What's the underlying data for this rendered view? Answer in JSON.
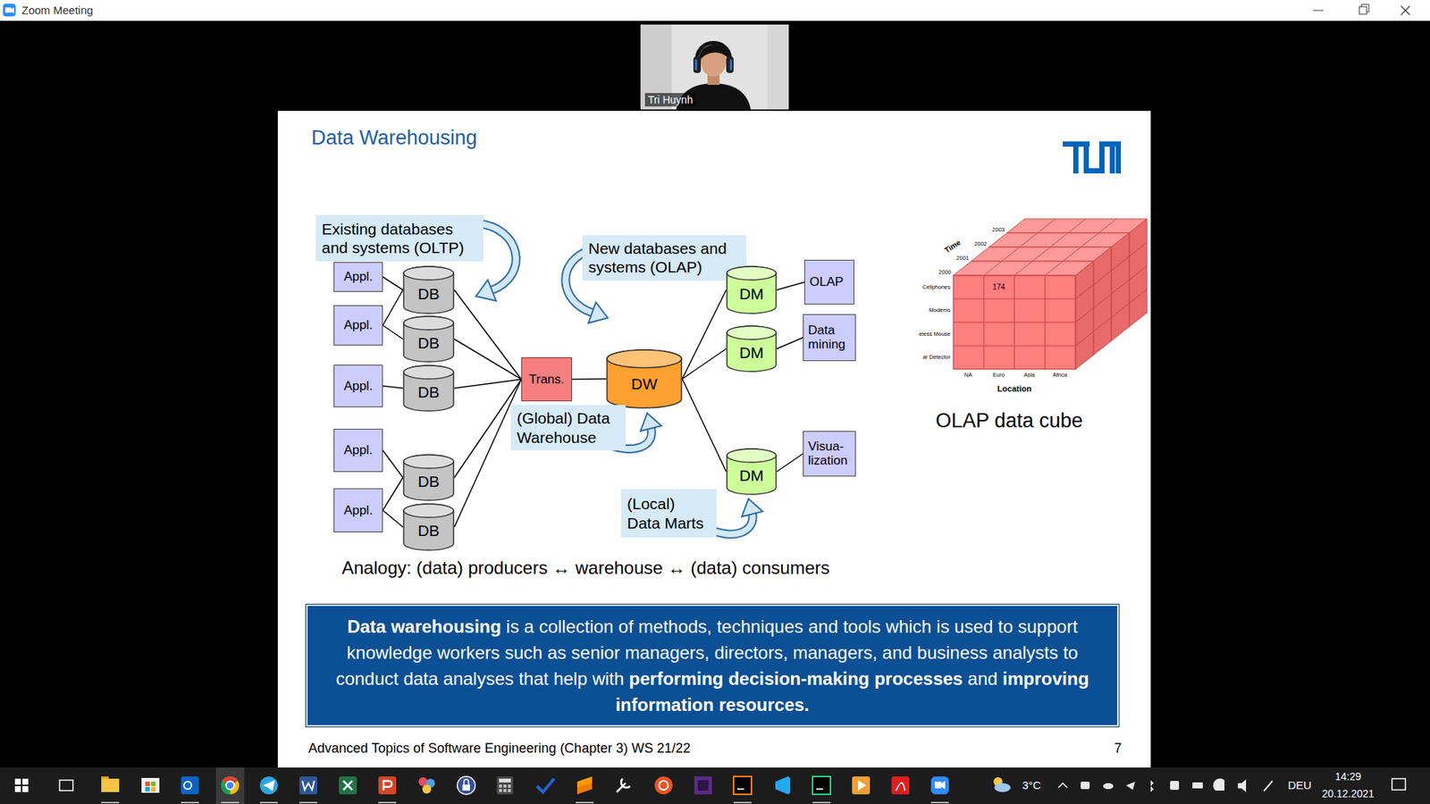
{
  "diagram": {
    "title": "Data Warehousing",
    "nodes": [
      {
        "text": [
          "Existing databases and systems (OLTP)"
        ]
      },
      {
        "text": [
          "New databases and systems (OLAP)"
        ]
      },
      {
        "text": [
          "Appl."
        ]
      },
      {
        "text": [
          "DB"
        ]
      },
      {
        "text": [
          "Appl."
        ]
      },
      {
        "text": [
          "DB"
        ]
      },
      {
        "text": [
          "Appl."
        ]
      },
      {
        "text": [
          "DB"
        ]
      },
      {
        "text": [
          "Appl."
        ]
      },
      {
        "text": [
          "DB"
        ]
      },
      {
        "text": [
          "Appl."
        ]
      },
      {
        "text": [
          "DB"
        ]
      },
      {
        "text": [
          "Trans."
        ]
      },
      {
        "text": [
          "DW"
        ]
      },
      {
        "text": [
          "(Global) Data Warehouse"
        ]
      },
      {
        "text": [
          "DM"
        ]
      },
      {
        "text": [
          "OLAP"
        ]
      },
      {
        "text": [
          "DM"
        ]
      },
      {
        "text": [
          "Data mining"
        ]
      },
      {
        "text": [
          "DM"
        ]
      },
      {
        "text": [
          "Visua- lization"
        ]
      },
      {
        "text": [
          "(Local) Data Marts"
        ]
      },
      {
        "text": [
          "Data warehousing is a collection of methods, techniques and tools which is used to support knowledge workers such as senior managers, directors, managers, and business analysts to conduct data analyses that help with performing decision-making processes and improving information resources."
        ]
      }
    ],
    "edges": [
      {
        "from": 2,
        "to": 3,
        "arrow": "none"
      },
      {
        "from": 4,
        "to": 3,
        "arrow": "none"
      },
      {
        "from": 4,
        "to": 5,
        "arrow": "none"
      },
      {
        "from": 6,
        "to": 7,
        "arrow": "none"
      },
      {
        "from": 8,
        "to": 9,
        "arrow": "none"
      },
      {
        "from": 10,
        "to": 9,
        "arrow": "none"
      },
      {
        "from": 10,
        "to": 11,
        "arrow": "none"
      },
      {
        "from": 3,
        "to": 12,
        "arrow": "none"
      },
      {
        "from": 5,
        "to": 12,
        "arrow": "none"
      },
      {
        "from": 7,
        "to": 12,
        "arrow": "none"
      },
      {
        "from": 9,
        "to": 12,
        "arrow": "none"
      },
      {
        "from": 11,
        "to": 12,
        "arrow": "none"
      },
      {
        "from": 12,
        "to": 13,
        "arrow": "none"
      },
      {
        "from": 13,
        "to": 15,
        "arrow": "none"
      },
      {
        "from": 13,
        "to": 17,
        "arrow": "none"
      },
      {
        "from": 13,
        "to": 19,
        "arrow": "none"
      },
      {
        "from": 15,
        "to": 16,
        "arrow": "none"
      },
      {
        "from": 17,
        "to": 18,
        "arrow": "none"
      },
      {
        "from": 19,
        "to": 20,
        "arrow": "none"
      }
    ],
    "labels": [
      "Zoom Meeting",
      "Tri Huynh",
      "Analogy: (data) producers ↔ warehouse ↔ (data) consumers",
      "OLAP data cube",
      "Time",
      "2003",
      "2002",
      "2001",
      "2000",
      "Cellphones",
      "Modems",
      "eless Mouse",
      "ar Detector",
      "174",
      "NA",
      "Euro",
      "Asia",
      "Africa",
      "Location",
      "Advanced Topics of Software Engineering (Chapter 3) WS 21/22",
      "7",
      "3°C",
      "DEU",
      "14:29",
      "20.12.2021"
    ]
  }
}
